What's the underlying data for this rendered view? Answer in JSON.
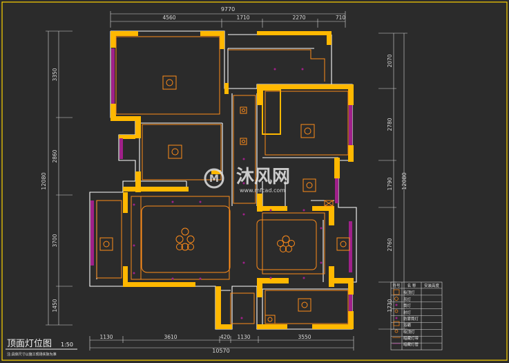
{
  "drawing": {
    "title": "顶面灯位图",
    "scale": "1:50",
    "note": "注:具体尺寸以施工现场实际为准"
  },
  "dimensions": {
    "top_total": "9770",
    "top_segments": [
      "4560",
      "1710",
      "2270",
      "710"
    ],
    "bottom_total": "10570",
    "bottom_segments": [
      "1130",
      "3610",
      "420",
      "1130",
      "3550"
    ],
    "left_total": "12080",
    "left_segments": [
      "3350",
      "2860",
      "3700",
      "1450"
    ],
    "right_total": "12080",
    "right_segments": [
      "2070",
      "2780",
      "1790",
      "2760",
      "1730"
    ]
  },
  "legend": {
    "headers": [
      "符号",
      "名 称",
      "安装高度"
    ],
    "rows": [
      "吸顶灯",
      "吊灯",
      "筒灯",
      "射灯",
      "防雾筒灯",
      "浴霸",
      "吸顶灯",
      "暗藏灯带",
      "暗藏灯管"
    ]
  },
  "watermark": {
    "brand": "沐风网",
    "url": "www.mfcad.com"
  },
  "colors": {
    "background": "#2b2b2b",
    "wall_fill": "#ffb800",
    "wall_outline": "#ffffff",
    "ceiling_line": "#ff8c1a",
    "window": "#a0208a",
    "dimension": "#d9d9d9"
  }
}
